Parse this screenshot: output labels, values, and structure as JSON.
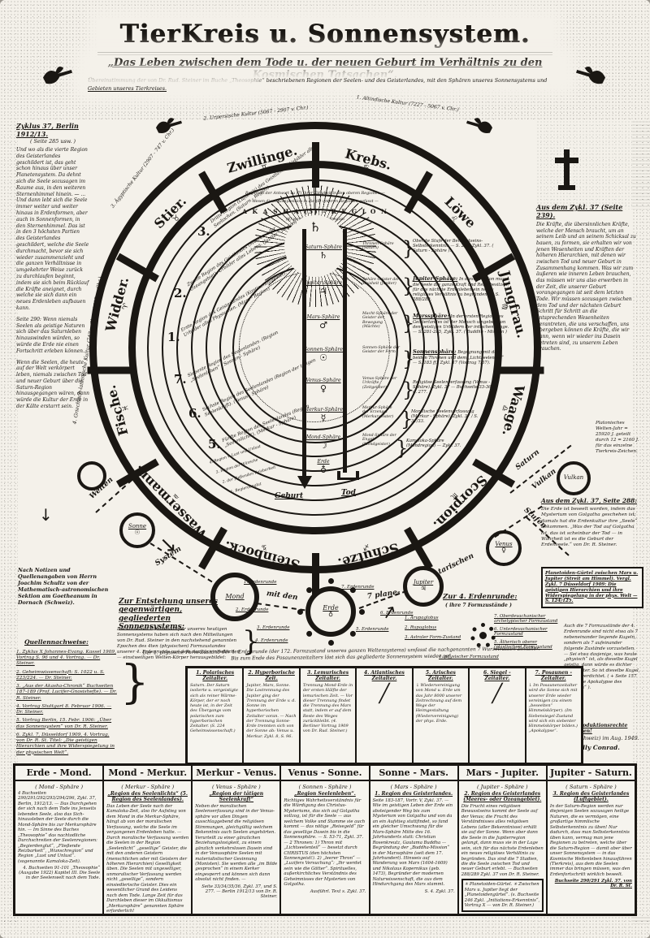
{
  "header": {
    "title": "TierKreis u. Sonnensystem.",
    "subtitle": "„Das Leben zwischen dem Tode u. der neuen Geburt im Verhältnis zu den Kosmischen Tatsachen“.",
    "caption_line1": "Übereinstimmung der von Dr. Rud. Steiner im Buche „Theosophie“ beschriebenen Regionen der Seelen- und des Geisterlandes, mit den Sphären unseres Sonnensystems und",
    "caption_line2": "Gebieten unseres Tierkreises."
  },
  "cultures": {
    "c1": "1. Altindische Kultur (7227 - 5067 v. Chr.)",
    "c2": "2. Urpersische Kultur (5067 - 2907 v. Chr.)",
    "c3": "3. Ägyptische Kultur (2907 - 747 v. Chr.)",
    "c4": "4. Griechisch-lateinische Kultur (747 v. Chr. - 1413 n. Chr.)"
  },
  "zodiac": [
    {
      "label": "Zwillinge.",
      "glyph": "♊"
    },
    {
      "label": "Krebs.",
      "glyph": "♋"
    },
    {
      "label": "Löwe",
      "glyph": "♌"
    },
    {
      "label": "Jungfrau.",
      "glyph": "♍"
    },
    {
      "label": "Waage.",
      "glyph": "♎"
    },
    {
      "label": "Scorpion.",
      "glyph": "♏"
    },
    {
      "label": "Schütze.",
      "glyph": "♐"
    },
    {
      "label": "Steinbock.",
      "glyph": "♑"
    },
    {
      "label": "Wassermann.",
      "glyph": "♒"
    },
    {
      "label": "Fische.",
      "glyph": "♓"
    },
    {
      "label": "Widder.",
      "glyph": "♈"
    },
    {
      "label": "Stier.",
      "glyph": "♉"
    }
  ],
  "akasha": {
    "line1": "Regionen der Antwort zu (7) ihrer Tätigkeit in den oberen Regionen —",
    "line2": "Wesen diese Komposition in die (6) unteren Regionen gefasst —",
    "line3": "A K A S H A (5) – R E G I O N",
    "line4": "(4) vierte Schilderungsregion"
  },
  "regions": [
    {
      "num": "3.",
      "text": "Dritte Region (Luftkreis) des Geistlandes. Urbilder alles Seelischen. (Saturn - Region)"
    },
    {
      "num": "2.",
      "text": "Zweite Region des Geistlandes (Meeres- oder Ozeangebiet). Urbilder alles Lebens. (Jupiter - Region)"
    },
    {
      "num": "1.",
      "text": "Erste Region des Geisterlandes (Kontinentalgebiet). Urbilder alles Physischen. (Mars - Region)"
    },
    {
      "num": "7.",
      "text": "Siebente Region des Seelenlandes. (Region „Seelenleben“ - Sonnen - Sphäre)"
    },
    {
      "num": "6.",
      "text": "Sechste Region des Seelenlandes (Region der tätigen Seelenkraft). (Venus - Sphäre)"
    },
    {
      "num": "5.",
      "text": "Fünfte Region des Seelenlandes (Region „Seelenlicht“). (Merkur - Sphäre)"
    }
  ],
  "kamaloka": [
    "4. Region v. Lust und Unlust",
    "3. Region der Wünsche",
    "2. der fließenden Reizbarkeit",
    "1. Begierdenglut"
  ],
  "spheres": [
    {
      "label": "Saturn-Sphäre",
      "glyph": "♄"
    },
    {
      "label": "Jupiter-Sphäre",
      "glyph": "♃"
    },
    {
      "label": "Mars-Sphäre",
      "glyph": "♂"
    },
    {
      "label": "Sonnen-Sphäre",
      "glyph": "☉"
    },
    {
      "label": "Venus-Sphäre",
      "glyph": "♀"
    },
    {
      "label": "Merkur-Sphäre",
      "glyph": "☿"
    },
    {
      "label": "Mond-Sphäre",
      "glyph": "☽"
    },
    {
      "label": "Erde",
      "glyph": "♁"
    }
  ],
  "geburt": "Geburt",
  "tod": "Tod",
  "hierarchies": [
    "Thronen-Sphäre (Saturn)",
    "Sphäre Geister der Weisheit (Jupiter)",
    "Macht-Sphäre der Geister der Bewegung (Mächte)",
    "Sonnen-Sphäre der Geister der Form",
    "Venus-Sphäre der Urkräfte (Zeitgeister)",
    "Merkur-Sphäre der Erzengel (Merkurgeister)",
    "Mond-Sphäre der Engel (Mondgeister)"
  ],
  "sphere_notes": [
    {
      "head": "",
      "text": "Oberste Stufe der Bewusstseins-Selbsterkenntnis — S. 290, Zykl. 37. ( Saturn - Sphäre )."
    },
    {
      "head": "Jupiter-Sphäre:",
      "text": "In dieser Region muss die Seele die ganze Kraft und Reife besitzen, für das nächste Erdenleben ein neues religiöses Verhältnis zu begründen. — S. 288/289."
    },
    {
      "head": "Marssphäre:",
      "text": "In der ersten Region des Geisterlandes ist der Mensch umgeben von den geistigen Urbildern der irdischen Dinge. — S. 281-285, Zykl. 37.  ( Buddha - Mission )"
    },
    {
      "head": "Sonnensphäre:",
      "text": "Begegnung mit den beiden Thronen und dem „Lichtseelenteil“ — S. 183 ff., Zykl. 37 (Vortrag 7/37)."
    },
    {
      "head": "",
      "text": "Religiöse Seelenverfassung (Venus - Sphäre). Zykl. 37 — Buchseite 33-36 u. 277."
    },
    {
      "head": "",
      "text": "Moralische Seelenverfassung (Merkur - Sphäre). Zykl. 37 / S. 31/33."
    },
    {
      "head": "",
      "text": "Kamaloka-Sphäre (Mondregion) — Zykl. 37."
    }
  ],
  "left_col": {
    "heading": "Zyklus 37, Berlin 1912/13.",
    "sub": "( Seite 285 usw. )",
    "p1": "Und wo als die vierte Region des Geisterlandes geschildert ist, das geht schon hinaus über unser Planetensystem. Da dehnt sich die Seele sozusagen im Raume aus, in den weiteren Sternenhimmel hinein. — ... Und dann lebt sich die Seele immer weiter und weiter hinaus in Erdenformen, aber auch in Sonnenformen, in den Sternenhimmel. Das ist in den 3 höchsten Partien des Geisterlandes geschildert, welche die Seele durchmacht, bevor sie sich wieder zusammenzieht und die ganzen Verhältnisse in umgekehrter Weise zurück zu durchlaufen beginnt, indem sie sich beim Rücklauf die Kräfte aneignet, durch welche sie sich dann ein neues Erdenleben aufbauen kann.",
    "p2": "Seite 290: Wenn niemals Seelen als geistige Naturen sich über das Saturnleben hinauswinden würden, so würde die Erde nie einen Fortschritt erleben können.",
    "p3": "Wenn die Seelen, die heute auf der Welt verkörpert leben, niemals zwischen Tod und neuer Geburt über die Saturn-Region hinausgegangen wären, dann würde die Kultur der Erde in der Kälte erstarrt sein."
  },
  "right_col": {
    "h1": "Aus dem Zykl. 37 (Seite 239).",
    "p1": "Die Kräfte, die übersinnlichen Kräfte, welche der Mensch braucht, um an seinem Leib und an seinem Schicksal zu bauen, zu formen, sie erhalten wir von jenen Wesenheiten und Kräften der höheren Hierarchien, mit denen wir zwischen Tod und neuer Geburt in Zusammenhang kommen. Was wir zum äußeren wie inneren Leben brauchen, das müssen wir uns also erwerben in der Zeit, die unserer Geburt vorangegangen ist seit dem letzten Tode. Wir müssen sozusagen zwischen dem Tod und der nächsten Geburt Schritt für Schritt an die entsprechenden Wesenheiten herantreten, die uns verschaffen, uns übergeben können die Kräfte, die wir dann, wenn wir wieder ins Dasein getreten sind, zu unserem Leben brauchen.",
    "platonic": "Platonisches Welten-Jahr = 25920 J. geteilt durch 12 = 2160 J. für das einzelne Tierkreis-Zeichen.",
    "h2": "Aus dem Zykl. 37, Seite 288:",
    "p2": "Die Erde ist beseelt worden, indem das Mysterium von Golgatha geschehen ist; damals hat die Erdenkultur ihre „Seele“ bekommen. „Was der Tod auf Golgatha ist, das ist scheinbar der Tod — in Wahrheit ist es die Geburt der Erdenseele.“  von Dr. R. Steiner.",
    "box": "Planetoiden-Gürtel zwischen Mars u. Jupiter (Streit am Himmel). Vergl. Zykl. 7 Düsseldorf 1909: Die geistigen Hierarchien und ihre Widerspiegelung in der phys. Welt — S. 124/125.",
    "p3": "Auch die 7 Formzustände der 4. Erdenrunde sind nicht etwa als 7 nebeneinander liegende Kugeln, sondern als 7 aufeinander folgende Zustände vorzustellen. — Sei etwa dasjenige, was heute „physisch“ ist, als dieselbe Kugel geistig, dann würde es dichter und dichter. So ist dieselbe Kugel, nie fest verdichtet. ( + Seite 157 Zykl. „Die Apokalypse des Johannes“ ).",
    "rights1": "Alle Reproduktionsrechte vorbehalten!",
    "rights2": "Basel (Schweiz) im Aug. 1949.",
    "rights3": "Willy Conrad."
  },
  "dash_labels": {
    "welten": "Welten",
    "system": "System",
    "stufen": "Stufen",
    "mitden": "mit den",
    "plane1": "7 plane-",
    "plane2": "tarischen",
    "saturn": "Saturn",
    "vulkan": "Vulkan"
  },
  "satellites": {
    "sonne": {
      "label": "Sonne",
      "glyph": "☉"
    },
    "venus": {
      "label": "Venus",
      "glyph": "♀"
    },
    "vulkan": {
      "label": "Vulkan",
      "glyph": ""
    },
    "mond": {
      "label": "Mond",
      "glyph": ""
    },
    "erde": {
      "label": "Erde",
      "glyph": "♁"
    },
    "jupiter": {
      "label": "Jupiter",
      "glyph": "♃"
    }
  },
  "erdenrunden": [
    "1. Erdenrunde",
    "2. Erdenrunde",
    "3. Erdenrunde",
    "4. Erdenrunde",
    "5. Erdenrunde",
    "6. Erdenrunde",
    "7. Erdenrunde"
  ],
  "entstehung": {
    "heading": "Zur Entstehung unseres gegenwärtigen, gegliederten Sonnensystems:",
    "body": "Die einzelnen Himmelskörper unseres heutigen Sonnensystems haben sich nach den Mitteilungen von Dr. Rud. Steiner in den nachstehend genannten Epochen des 4ten (physischen) Formzustandes unserer 4. Erdenrunde aus dem damals einheitlichen — einstweiligen Welten-Körper herausgebildet:"
  },
  "runden_note": "Der 4. physische Form-Zustand der 4. Erdenrunde (der 172. Formzustand unseres ganzen Weltensystems) umfasst die nachgenannten 7 Wurzelrassen-Zeitalter. Bis zum Ende des Posaunenzeitalters löst sich das gegliederte Sonnensystem wieder auf.",
  "formzustaende": {
    "heading": "Zur 4. Erdenrunde:",
    "sub": "( ihre 7 Formzustände )",
    "i1": "1. Arupaglobus",
    "i2": "2. Rupaglobus",
    "i3": "3. Astraler Form-Zustand",
    "i4": "4. physischer Formzustand",
    "i5": "5. Ätherisch oberer (plastischer) Formzustand",
    "i6": "6. Unterdevachanischer Formzustand",
    "i7": "7. Oberdevachanischer archetypischer Formzustand"
  },
  "quellen": {
    "intro": "Nach Notizen und Quellenangaben von Herrn Joachim Schultz von der Mathematisch-astronomischen Sektion am Goetheanum in Dornach (Schweiz).",
    "heading": "Quellennachweise:",
    "q1": "1. Zyklus X Johannes-Evang. Kassel 1909, Vortrag S. 96 und 4. Vortrag. — Dr. Steiner.",
    "q2": "2. Geheimwissenschaft: S. 1022 u. S. 223/224. — Dr. Steiner.",
    "q3": "3. „Aus der Akasha-Chronik“ Buchseiten 187-189 (Prof. Lucifer-Gnosishefte). — Dr. R. Steiner.",
    "q4": "4. Vortrag Stuttgart 8. Februar 1906. — Dr. Steiner.",
    "q5": "5. Vortrag Berlin, 15. Febr. 1906: „Über das Sonnensystem“ von Dr. R. Steiner.",
    "q6": "6. Zykl. 7, Düsseldorf 1909, 4. Vortrag, von Dr. R. St. Titel: „Die geistigen Hierarchien und ihre Widerspiegelung in der physischen Welt“."
  },
  "epochs": [
    {
      "h": "1. Polarisches Zeitalter.",
      "b": "Saturn. Der Saturn isolierte u. vergeistigte sich als reiner Wärme-Körper, der er noch heute ist, in der Zeit des Übergangs vom polarischen zum hyperborischen Zeitalter. (S. 224 Geheimwissenschaft.)"
    },
    {
      "h": "2. Hyperborische Zeit.",
      "b": "Jupiter, Mars, Sonne. Die Lostrennung des Jupiter ging der Trennung der Erde v. d. Sonne im hyperborischen Zeitalter voran. — Nach der Trennung Sonne-Erde trennten sich von der Sonne ab: Venus u. Merkur. Zykl. 8, S. 96."
    },
    {
      "h": "3. Lemurisches Zeitalter.",
      "b": "Trennung Mond-Erde in der ersten Hälfte der lemurischen Zeit. — Vor dieser Trennung findet die Trennung des Mars statt, indem er auf dem Reste des Weges zurückbleibt. (4. Berliner Vortrag 1909 von Dr. Rud. Steiner.)"
    },
    {
      "h": "4. Atlantisches Zeitalter.",
      "b": "╱"
    },
    {
      "h": "5. Arisches Zeitalter.",
      "b": "↓ Wiedervereinigung von Mond u. Erde um das Jahr 8000 unserer Zeitrechnung auf dem Wege der Heimgestaltung (Wiedervereinigung) der phys. Erde."
    },
    {
      "h": "6. Siegel - Zeitalter.",
      "b": "╱"
    },
    {
      "h": "7. Posaunen - Zeitalter.",
      "b": "↓ Im Posaunenzeitalter wird die Sonne sich mit unserer Erde wieder vereinigen (zu einem „beseelten“ Himmelskörper). (Im Siebensiegel-Zustand wird sich ein siebenter Himmelskörper bilden.) „Apokalypse“."
    }
  ],
  "table": [
    {
      "header": "Erde - Mond.",
      "sphere": "( Mond - Sphäre )",
      "region": "",
      "body": "4 Buchseiten 290/291/292/293/294/296, Zykl. 37, Berlin, 1912/13. — Das Durchgehen der sich nach dem Tode ins Jenseits lebenden Seele, also das Sich-hinausleben der Seele durch die Mond-Sphäre bis zur Merkursphäre hin. — Im Sinne des Buches „Theosophie“ das nachtodliche Durchschreiten der Seelenregionen: „Begierdenglut“, „Fließende Reizbarkeit“, „Wunschregion“ und Region „Lust und Unlust“. (sogenannte Kamaloka-Zeit).",
      "src": "4. Buchseiten 91-101 „Theosophie“ (Ausgabe 1922) Kapitel III. Die Seele in der Seelenwelt nach dem Tode."
    },
    {
      "header": "Mond - Merkur.",
      "sphere": "( Merkur - Sphäre )",
      "region": "„Region des Seelenlichts“ (5. Region des Seelenlandes).",
      "body": "Das Leben der Seele nach der Kamaloka-Zeit, also ihr Aufstieg von dem Mond in die Merkur-Sphäre, hängt ab von der moralischen Verfassung, welche die Seele im vergangenen Erdenleben hatte. — Durch moralische Verfassung werden die Seelen in der Region „Seelenlicht“ „gesellige“ Geister, die mit den anderen Geistern (menschlichen oder mit Geistern der höheren Hierarchien) Geselligkeit üben. Die Seelen mit ungeselliger, unmoralischer Verfassung werden nicht „gesellige“, sondern einsiedlerische Geister. Dies ein wesentlicher Grund des Leidens nach dem Tode. Lange Zeit für das Durchleben dieser im Okkultismus „Merkursphäre“ genannten Sphäre erforderlich!",
      "src": "S. 32/33, dann S. 276, Zykl. 37."
    },
    {
      "header": "Merkur - Venus.",
      "sphere": "( Venus - Sphäre )",
      "region": "„Region der tätigen Seelenkraft“",
      "body": "Neben der moralischen Seelenverfassung sind in der Venus-sphäre vor allen Dingen ausschlaggebend die religiösen Stimmungen, gleichgültig welchem Bekenntnis auch Seelen angehörten. Verurteilt zu einer gänzlichen Beziehungslosigkeit, zu einem gänzlich verkehrslosen Dasein sind in der Venussphäre Seelen mit materialistischer Gesinnung (Monisten). Sie werden alle „im Bilde gesprochen“ in einem Kerker eingesperrt und können sich dann absolut nicht finden. —",
      "src": "Seite 33/34/35/36, Zykl. 37, und S. 277. — Berlin 1912/13 von Dr. R. Steiner."
    },
    {
      "header": "Venus - Sonne.",
      "sphere": "( Sonnen - Sphäre )",
      "region": "„Region Seelenleben“.",
      "body": "Richtiges Wahrheitsverständnis für die Würdigung des Christus-Mysteriums, das sich auf Golgatha vollzog, ist für die Seele — aus welchem Volke und Stamme sie auch kommt — das nötige „Reisegeld“ für das gesellige Dasein bis in die Sonnensphäre. — S. 53-71, Zykl. 37. — 2 Thronen: 1) Thron mit „Lichtseelenteil“ — besetzt durch CHRISTUS (den höchsten Sonnengeist!). 2) „leerer Thron“ — „Luzifers Versuchung“: „Ihr werdet sein wie die Götter“. Spirituelles, außerkirchliches Verständnis des Geheimnisses der Mysterien von Golgatha.",
      "src": "Ausführl. Text s. Zykl. 37."
    },
    {
      "header": "Sonne - Mars.",
      "sphere": "( Mars - Sphäre )",
      "region": "1. Region des Geisterlandes.",
      "body": "Seite 183-187, Vortr. V, Zykl. 37. — Wie im geistigen Leben der Erde ein absteigender Weg bis zum Mysterium von Golgatha und von da an ein Aufstieg stattfindet, so fand ein gleicher Umschwung für die Mars-Sphäre Mitte des 16. Jahrhunderts statt: Christian Rosenkreutz, Gautama Buddha — Begründung der „Buddha-Mission“ in der Marssphäre (seit dem 17. Jahrhundert). Hinweis auf Wanderung von Mars (1604-1609) und Nikolaus Kopernikus (geb. 1473), Begründer der modernen Naturwissenschaft, die aus dem Hindurchgang des Mars stammt.",
      "src": "S. 4. Zykl. 37."
    },
    {
      "header": "Mars - Jupiter.",
      "sphere": "( Jupiter - Sphäre )",
      "region": "2. Region des Geisterlandes (Meeres- oder Ozeangebiet).",
      "body": "Die Frucht eines religiösen Bewusstseins kommt der Seele auf der Venus; die Frucht des Verständnisses alles religiösen Lebens (aller Bekenntnisse) erhält sie auf der Sonne. Wenn aber dann die Seele in die Jupiterregion gelangt, dann muss sie in der Lage sein, sich für das nächste Erdenleben ein neues religiöses Verhältnis zu begründen. Das sind die 7 Stadien, die die Seele zwischen Tod und neuer Geburt erlebt. — Buchseiten 288/289 Zykl. 37 von Dr. R. Steiner.",
      "src": "✳ Planetoiden-Gürtel. ✳ Zwischen Mars u. Jupiter liegt der „Planetoidengürtel“. (s. Buchseite 246 Zykl. „Initiations-Erkenntnis“, Vortrag X — von Dr. R. Steiner.)"
    },
    {
      "header": "Jupiter - Saturn.",
      "sphere": "( Saturn - Sphäre )",
      "region": "3. Region des Geisterlandes (Luftgebiet).",
      "body": "In der Saturn-Region werden nur diejenigen Seelen sozusagen heilige Naturen, die es vermögen, eine großartige himmlische Selbsterkenntnis zu üben! Nur dadurch, dass man Selbsterkenntnis üben kann, vermag man jene Regionen zu betreten, welche über die Saturn-Region — damit aber über unser Sonnensystem — in das Kosmische Weltenleben hinausführen (Tierkreis), aus dem die Seelen immer das bringen müssen, was den Erdenfortschritt wirklich beseelt.",
      "src": "Buchseite 290/291 Zykl. 37. von Dr. R. St."
    }
  ]
}
